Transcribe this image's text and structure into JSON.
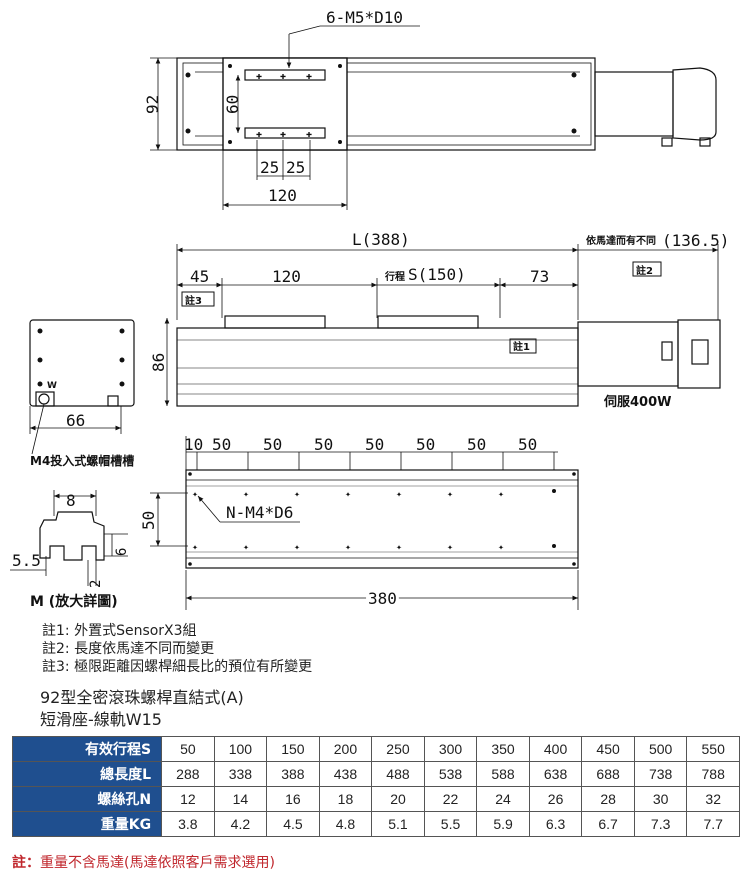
{
  "drawing": {
    "top_callout": "6-M5*D10",
    "dim_92": "92",
    "dim_60": "60",
    "dim_25a": "25",
    "dim_25b": "25",
    "dim_120_top": "120",
    "dim_L": "L(388)",
    "motor_note": "依馬達而有不同",
    "dim_136": "(136.5)",
    "dim_45": "45",
    "dim_120": "120",
    "stroke_label": "行程",
    "stroke_value": "S(150)",
    "dim_73": "73",
    "note_tag_2": "註2",
    "note_tag_3": "註3",
    "note_tag_1": "註1",
    "dim_86": "86",
    "servo": "伺服400W",
    "dim_66": "66",
    "w_mark": "W",
    "m4_label": "M4投入式螺帽槽槽",
    "pitch_10": "10",
    "pitches": [
      "50",
      "50",
      "50",
      "50",
      "50",
      "50",
      "50"
    ],
    "nm4": "N-M4*D6",
    "dim_50v": "50",
    "dim_380": "380",
    "detail_8": "8",
    "detail_6": "6",
    "detail_55": "5.5",
    "detail_2": "2",
    "detail_caption": "M (放大詳圖)"
  },
  "notes": [
    "註1: 外置式SensorX3組",
    "註2: 長度依馬達不同而變更",
    "註3: 極限距離因螺桿細長比的預位有所變更"
  ],
  "title": {
    "line1": "92型全密滾珠螺桿直結式(A)",
    "line2": "短滑座-線軌W15"
  },
  "table": {
    "rows": [
      {
        "label": "有效行程S",
        "values": [
          "50",
          "100",
          "150",
          "200",
          "250",
          "300",
          "350",
          "400",
          "450",
          "500",
          "550"
        ]
      },
      {
        "label": "總長度L",
        "values": [
          "288",
          "338",
          "388",
          "438",
          "488",
          "538",
          "588",
          "638",
          "688",
          "738",
          "788"
        ]
      },
      {
        "label": "螺絲孔N",
        "values": [
          "12",
          "14",
          "16",
          "18",
          "20",
          "22",
          "24",
          "26",
          "28",
          "30",
          "32"
        ]
      },
      {
        "label": "重量KG",
        "values": [
          "3.8",
          "4.2",
          "4.5",
          "4.8",
          "5.1",
          "5.5",
          "5.9",
          "6.3",
          "6.7",
          "7.3",
          "7.7"
        ]
      }
    ]
  },
  "footnote": {
    "prefix": "註：",
    "text": "重量不含馬達(馬達依照客戶需求選用)"
  }
}
